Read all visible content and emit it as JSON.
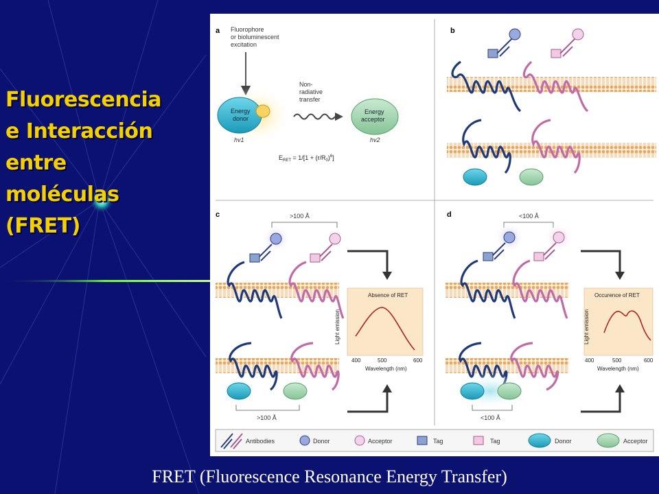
{
  "slide": {
    "title_lines": [
      "Fluorescencia",
      "e Interacción",
      "entre",
      "moléculas",
      "(FRET)"
    ],
    "caption": "FRET (Fluorescence Resonance Energy Transfer)"
  },
  "figure": {
    "panel_a": {
      "letter": "a",
      "excitation_lines": [
        "Fluorophore",
        "or bioluminescent",
        "excitation"
      ],
      "transfer_lines": [
        "Non-",
        "radiative",
        "transfer"
      ],
      "donor_lines": [
        "Energy",
        "donor"
      ],
      "acceptor_lines": [
        "Energy",
        "acceptor"
      ],
      "hv_donor": "hv1",
      "hv_acceptor": "hv2",
      "equation": "E",
      "equation_sub": "RET",
      "equation_rest": " = 1/[1 + (r/R",
      "equation_sub0": "0",
      "equation_close": ")",
      "equation_exp": "6",
      "equation_end": "]"
    },
    "panel_b": {
      "letter": "b"
    },
    "panel_c": {
      "letter": "c",
      "distance_top": ">100 Å",
      "distance_bottom": ">100 Å",
      "plot_title": "Absence of RET",
      "ylabel": "Light emission",
      "xlabel": "Wavelength (nm)",
      "ticks": [
        "400",
        "500",
        "600"
      ]
    },
    "panel_d": {
      "letter": "d",
      "distance_top": "<100 Å",
      "distance_bottom": "<100 Å",
      "plot_title": "Occurence of RET",
      "ylabel": "Light emission",
      "xlabel": "Wavelength (nm)",
      "ticks": [
        "400",
        "500",
        "600"
      ]
    },
    "legend": {
      "antibodies": "Antibodies",
      "donor_small": "Donor",
      "acceptor_small": "Acceptor",
      "tag_blue": "Tag",
      "tag_pink": "Tag",
      "donor_large": "Donor",
      "acceptor_large": "Acceptor"
    },
    "colors": {
      "donor_blue": "#1e3a78",
      "acceptor_pink": "#c06aa6",
      "donor_fill": "#26b0cc",
      "acceptor_fill": "#9bd0a6",
      "membrane": "#e8a860",
      "curve": "#b0202a"
    }
  }
}
